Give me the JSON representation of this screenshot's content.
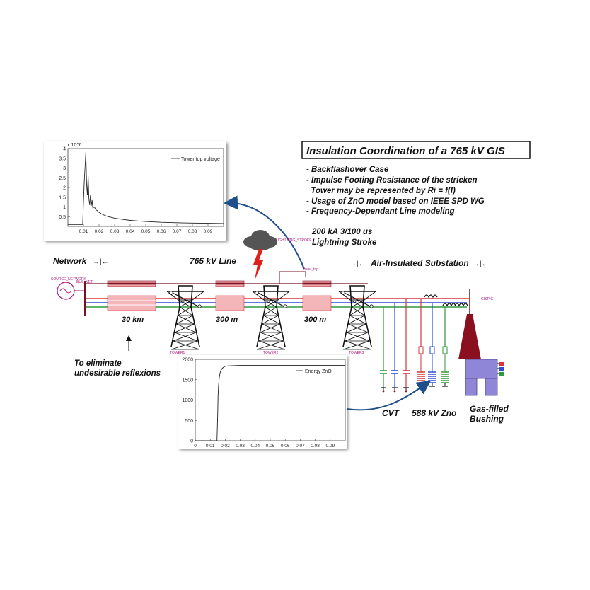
{
  "title_box": {
    "title": "Insulation Coordination of a 765 kV GIS",
    "bullets": [
      "- Backflashover Case",
      "- Impulse Footing Resistance of the stricken",
      "  Tower may be represented by Ri = f(I)",
      "- Usage of ZnO model based on IEEE SPD WG",
      "- Frequency-Dependant Line modeling"
    ]
  },
  "labels": {
    "stroke_line1": "200 kA 3/100 us",
    "stroke_line2": "Lightning Stroke",
    "network": "Network",
    "line": "765 kV Line",
    "substation": "Air-Insulated Substation",
    "span1": "30 km",
    "span2": "300 m",
    "span3": "300 m",
    "eliminate1": "To eliminate",
    "eliminate2": "undesirable reflexions",
    "cvt": "CVT",
    "zno": "588 kV Zno",
    "bushing1": "Gas-filled",
    "bushing2": "Bushing"
  },
  "component_tags": {
    "source": "SOURCE_NETWORK",
    "bus": "BUS_NET",
    "lightning": "LIGHTNING_STROKE",
    "tower_top": "Tower_top",
    "tower1": "TOWER1",
    "tower2": "TOWER2",
    "tower3": "TOWER3",
    "gis": "GISPIG"
  },
  "colors": {
    "phase_a": "#d9343a",
    "phase_b": "#2a4fd0",
    "phase_c": "#2e9a3a",
    "line_dark": "#7a1020",
    "bushing": "#8a1020",
    "gis_box": "#8f86d8",
    "arrow": "#1f4e8c"
  },
  "chart_data": [
    {
      "type": "line",
      "title": "",
      "legend": "Tower top voltage",
      "y_multiplier": "x 10^6",
      "xlim": [
        0,
        0.1
      ],
      "ylim": [
        0,
        4
      ],
      "x_ticks": [
        "0.01",
        "0.02",
        "0.03",
        "0.04",
        "0.05",
        "0.06",
        "0.07",
        "0.08",
        "0.09"
      ],
      "y_ticks": [
        "0.5",
        "1",
        "1.5",
        "2",
        "2.5",
        "3",
        "3.5",
        "4"
      ],
      "series": [
        {
          "name": "Tower top voltage",
          "x": [
            0,
            0.0095,
            0.01,
            0.0105,
            0.011,
            0.0115,
            0.012,
            0.0125,
            0.013,
            0.0135,
            0.014,
            0.0145,
            0.015,
            0.0155,
            0.016,
            0.017,
            0.018,
            0.019,
            0.02,
            0.022,
            0.025,
            0.03,
            0.035,
            0.04,
            0.045,
            0.05,
            0.06,
            0.07,
            0.08,
            0.09,
            0.1
          ],
          "y": [
            0.1,
            0.1,
            1.3,
            2.3,
            3.0,
            3.8,
            2.2,
            1.6,
            2.6,
            1.4,
            1.1,
            1.6,
            1.05,
            1.35,
            0.95,
            1.0,
            0.85,
            0.8,
            0.72,
            0.62,
            0.52,
            0.42,
            0.36,
            0.31,
            0.28,
            0.25,
            0.21,
            0.19,
            0.17,
            0.16,
            0.15
          ]
        }
      ]
    },
    {
      "type": "line",
      "title": "",
      "legend": "Energy ZnO",
      "xlim": [
        0,
        0.1
      ],
      "ylim": [
        0,
        2000
      ],
      "x_ticks": [
        "0",
        "0.01",
        "0.02",
        "0.03",
        "0.04",
        "0.05",
        "0.06",
        "0.07",
        "0.08",
        "0.09"
      ],
      "y_ticks": [
        "0",
        "500",
        "1000",
        "1500",
        "2000"
      ],
      "series": [
        {
          "name": "Energy ZnO",
          "x": [
            0,
            0.0145,
            0.015,
            0.0152,
            0.0155,
            0.016,
            0.0165,
            0.017,
            0.018,
            0.019,
            0.02,
            0.022,
            0.025,
            0.03,
            0.05,
            0.1
          ],
          "y": [
            0,
            0,
            700,
            1100,
            1350,
            1550,
            1660,
            1720,
            1780,
            1810,
            1830,
            1840,
            1845,
            1850,
            1850,
            1850
          ]
        }
      ]
    }
  ]
}
